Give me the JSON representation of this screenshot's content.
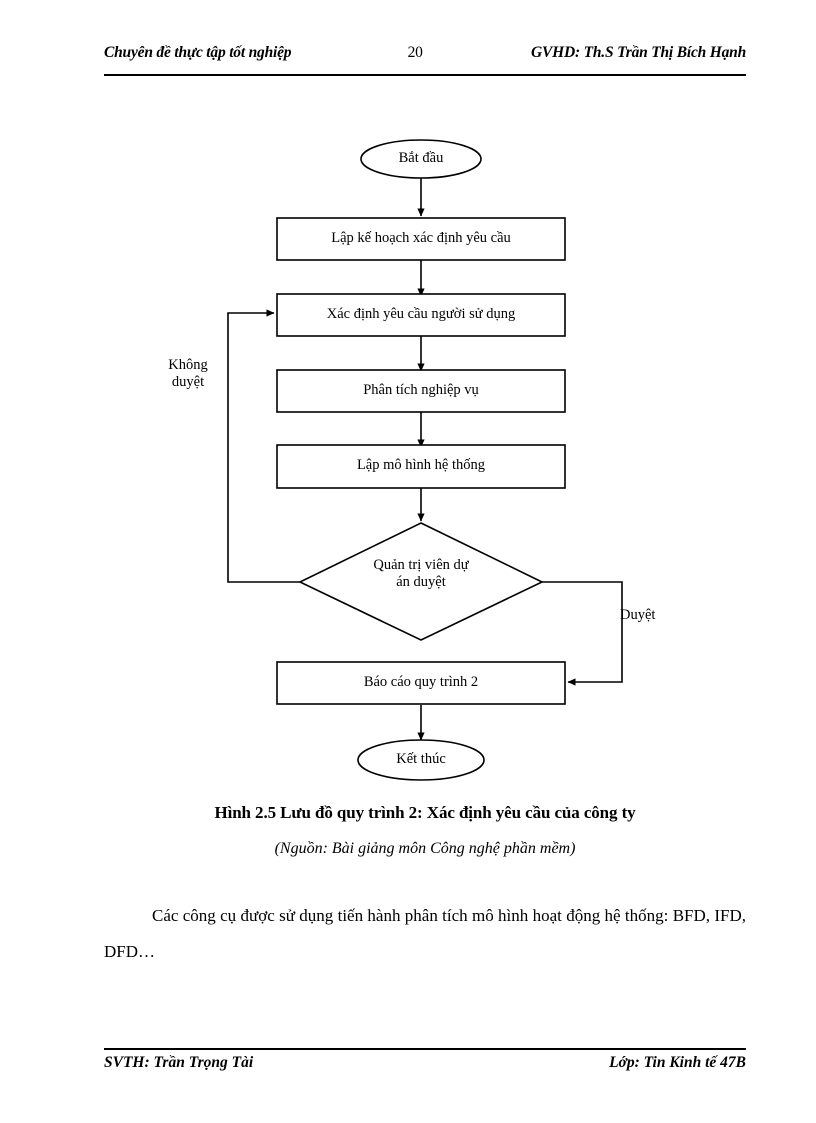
{
  "header": {
    "left": "Chuyên đề thực tập tốt nghiệp",
    "page_number": "20",
    "right": "GVHD:  Th.S Trần Thị Bích Hạnh"
  },
  "footer": {
    "left": "SVTH: Trần Trọng Tài",
    "right": "Lớp: Tin Kinh tế 47B"
  },
  "flowchart": {
    "nodes": [
      {
        "id": "start",
        "shape": "oval",
        "label": "Bắt đầu"
      },
      {
        "id": "step1",
        "shape": "process",
        "label": "Lập kế hoạch xác định  yêu cầu"
      },
      {
        "id": "step2",
        "shape": "process",
        "label": "Xác định yêu cầu người  sử dụng"
      },
      {
        "id": "step3",
        "shape": "process",
        "label": "Phân tích nghiệp  vụ"
      },
      {
        "id": "step4",
        "shape": "process",
        "label": "Lập mô hình  hệ thống"
      },
      {
        "id": "decision",
        "shape": "diamond",
        "label": "Quản trị viên  dự\nán duyệt"
      },
      {
        "id": "step5",
        "shape": "process",
        "label": "Báo cáo quy trình  2"
      },
      {
        "id": "end",
        "shape": "oval",
        "label": "Kết thúc"
      }
    ],
    "edge_labels": {
      "reject": "Không\nduyệt",
      "approve": "Duyệt"
    }
  },
  "caption": {
    "main": "Hình 2.5 Lưu đồ quy trình 2: Xác định yêu cầu của công ty",
    "source": "(Nguồn: Bài giảng môn Công nghệ phần mềm)"
  },
  "body": {
    "paragraph": "Các công cụ được sử dụng tiến hành phân tích mô hình hoạt động hệ thống: BFD, IFD, DFD…"
  },
  "colors": {
    "ink": "#000000",
    "paper": "#ffffff"
  }
}
